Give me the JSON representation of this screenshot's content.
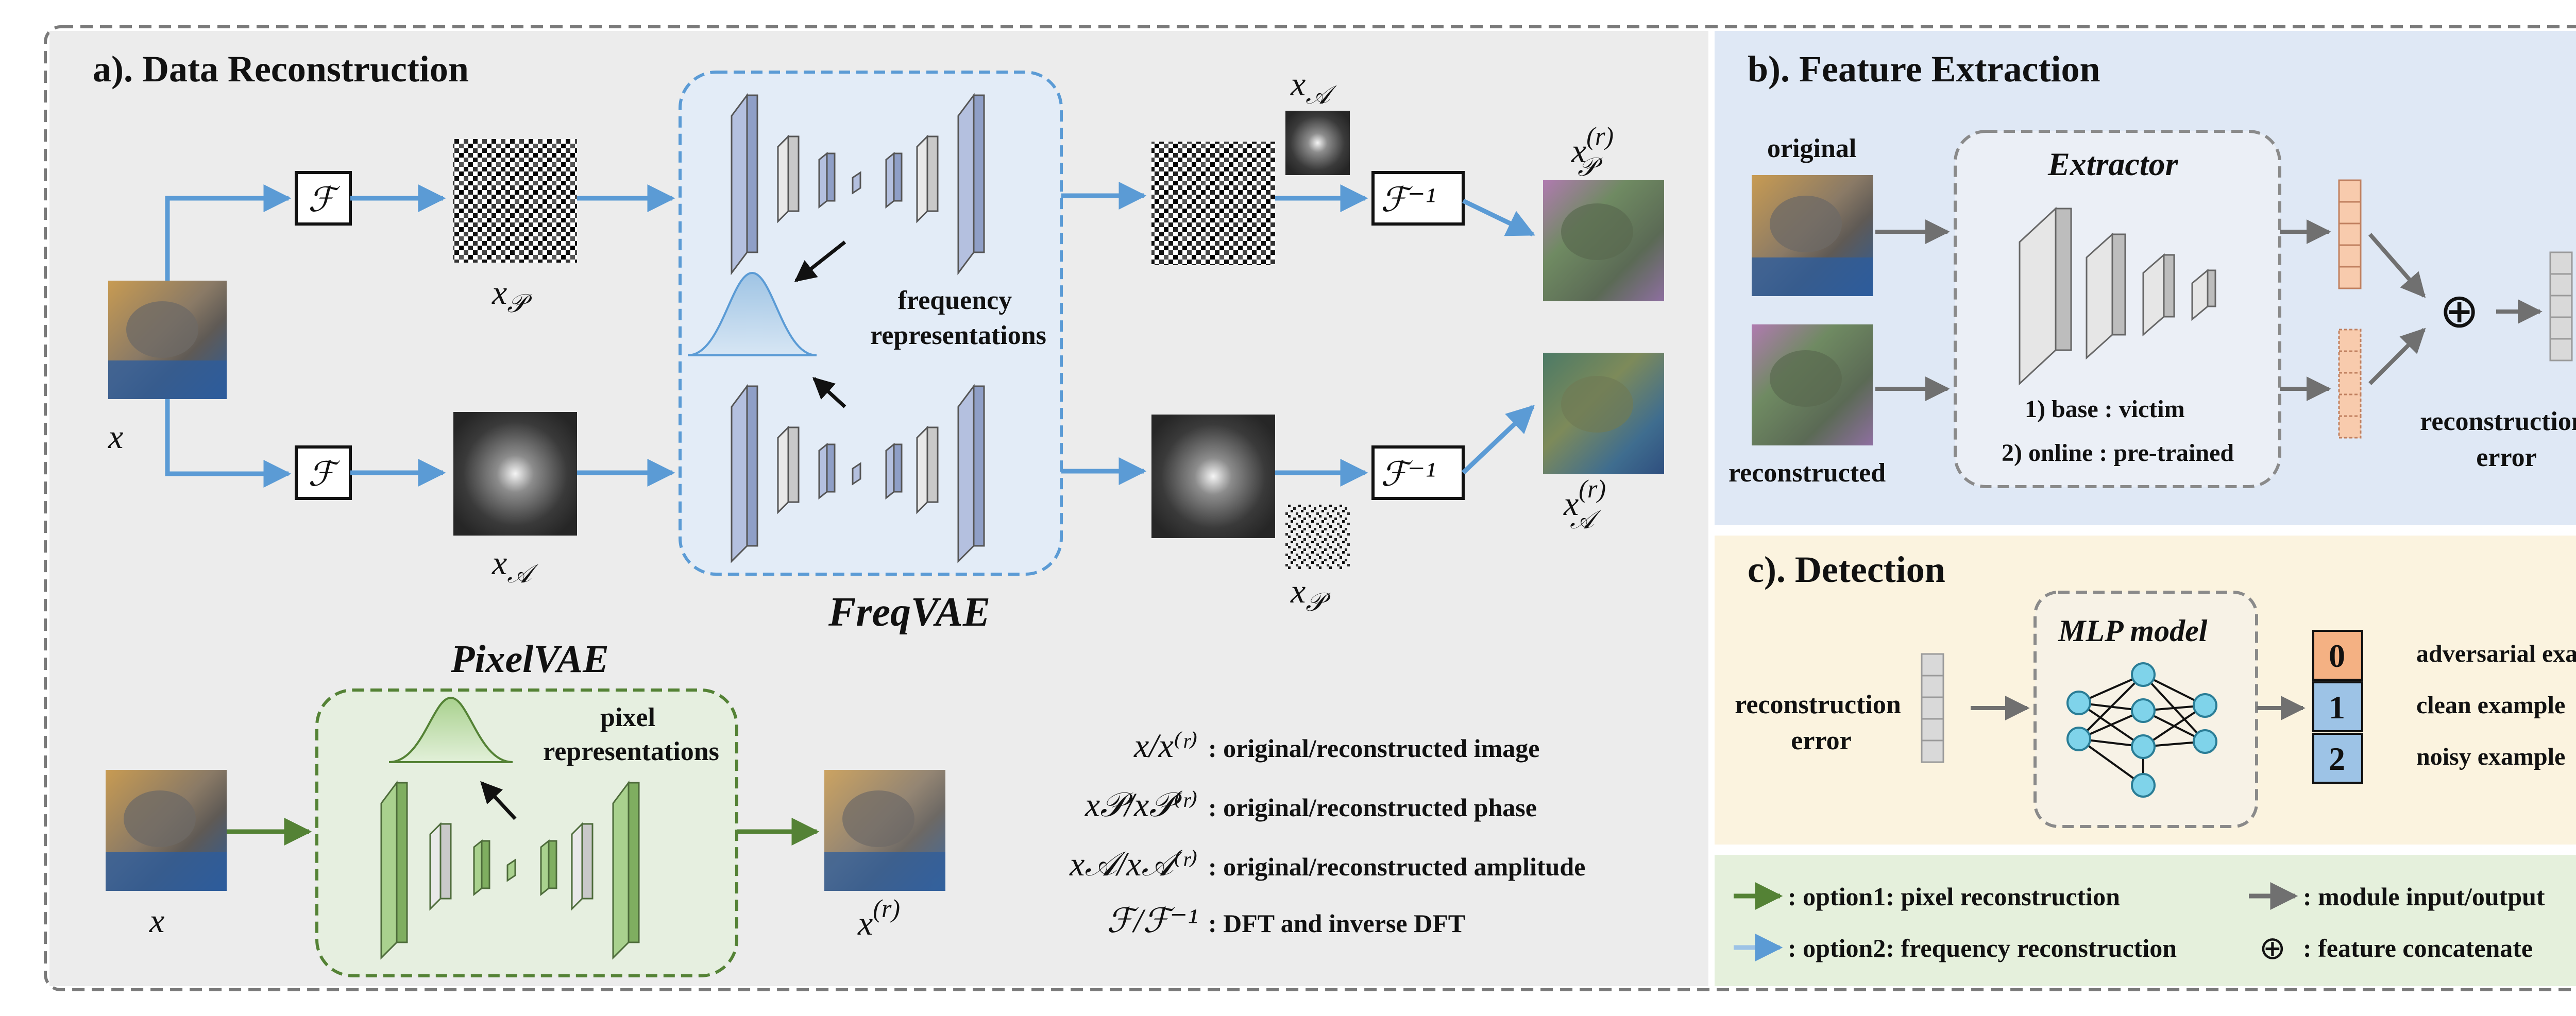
{
  "panels": {
    "reconstruction": {
      "title": "a). Data Reconstruction"
    },
    "feature": {
      "title": "b). Feature Extraction"
    },
    "detection": {
      "title": "c). Detection"
    }
  },
  "reconstruction": {
    "input_label": "x",
    "dft_symbol": "ℱ",
    "idft_symbol": "ℱ⁻¹",
    "phase_label": "x",
    "phase_sub": "𝒫",
    "amp_label": "x",
    "amp_sub": "𝒜",
    "freqvae_title": "FreqVAE",
    "freq_repr_line1": "frequency",
    "freq_repr_line2": "representations",
    "out_phase_label": "x",
    "out_phase_sub": "𝒫",
    "out_phase_sup": "(r)",
    "out_amp_label": "x",
    "out_amp_sub": "𝒜",
    "out_amp_sup": "(r)",
    "pixelvae_title": "PixelVAE",
    "pixel_repr_line1": "pixel",
    "pixel_repr_line2": "representations",
    "pixel_in_label": "x",
    "pixel_out_label": "x",
    "pixel_out_sup": "(r)"
  },
  "notation": [
    {
      "symbol": "x/x⁽ʳ⁾",
      "text": ": original/reconstructed image"
    },
    {
      "symbol": "x𝒫/x𝒫⁽ʳ⁾",
      "text": ": original/reconstructed phase"
    },
    {
      "symbol": "x𝒜/x𝒜⁽ʳ⁾",
      "text": ": original/reconstructed amplitude"
    },
    {
      "symbol": "ℱ/ℱ⁻¹",
      "text": ": DFT and inverse DFT"
    }
  ],
  "feature": {
    "original_label": "original",
    "reconstructed_label": "reconstructed",
    "extractor_title": "Extractor",
    "option1": "1) base : victim",
    "option2": "2) online : pre-trained",
    "concat_symbol": "⊕",
    "output_line1": "reconstruction",
    "output_line2": "error"
  },
  "detection": {
    "input_line1": "reconstruction",
    "input_line2": "error",
    "model_title": "MLP model",
    "classes": [
      {
        "index": "0",
        "label": "adversarial example",
        "color": "#f4b183"
      },
      {
        "index": "1",
        "label": "clean example",
        "color": "#9dc3e6"
      },
      {
        "index": "2",
        "label": "noisy example",
        "color": "#9dc3e6"
      }
    ]
  },
  "legend": {
    "green_arrow": ": option1: pixel reconstruction",
    "blue_arrow": ": option2: frequency reconstruction",
    "gray_arrow": ": module input/output",
    "concat_symbol": "⊕",
    "concat_text": ": feature concatenate"
  },
  "colors": {
    "blue_arrow": "#5b9bd5",
    "green_arrow": "#548235",
    "gray_arrow": "#707070",
    "panel_a_bg": "#ececec",
    "panel_b_bg": "#dfe8f5",
    "panel_c_bg": "#fbf3df",
    "legend_bg": "#e5f0dc",
    "freqvae_block": "#b4c0df",
    "pixelvae_block": "#a9d18e"
  }
}
